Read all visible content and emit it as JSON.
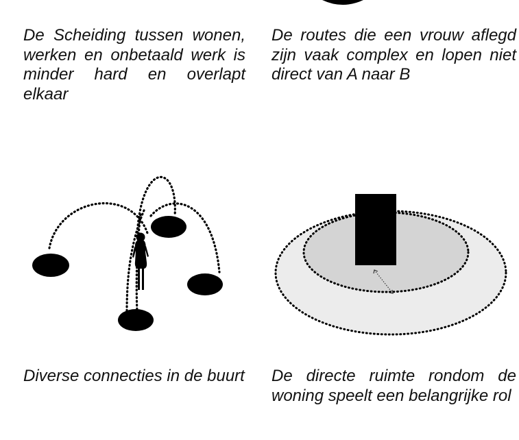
{
  "captions": {
    "top_left": "De Scheiding tussen wonen, werken en onbetaald werk is minder hard en overlapt elkaar",
    "top_right": "De routes die een vrouw aflegd zijn vaak complex en lopen niet direct van A naar B",
    "bottom_left": "Diverse connecties in de buurt",
    "bottom_right": "De directe ruimte rondom de woning speelt een belangrijke rol"
  },
  "colors": {
    "ink": "#000000",
    "inner_zone": "#d4d4d4",
    "outer_zone": "#ececec"
  },
  "icons": {
    "top_blob": "dark-shape-icon",
    "person": "woman-silhouette-icon"
  }
}
